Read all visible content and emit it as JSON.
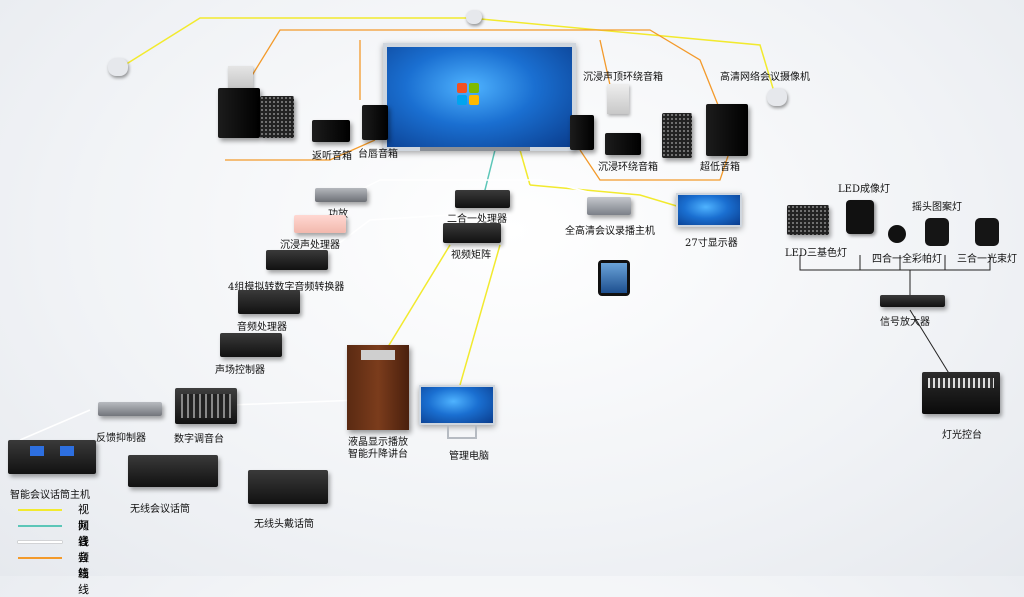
{
  "labels": {
    "return_speaker": "返听音箱",
    "lip_speaker": "台唇音箱",
    "ceiling_surround": "沉浸声顶环绕音箱",
    "hd_camera": "高清网络会议摄像机",
    "surround_speaker": "沉浸环绕音箱",
    "subwoofer": "超低音箱",
    "power_amp": "功放",
    "immersive_processor": "沉浸声处理器",
    "two_in_one": "二合一处理器",
    "video_matrix": "视频矩阵",
    "recorder": "全高清会议录播主机",
    "monitor27": "27寸显示器",
    "led_imaging": "LED成像灯",
    "moving_head": "摇头图案灯",
    "led_three": "LED三基色灯",
    "four_in_one": "四合一全彩帕灯",
    "three_in_one": "三合一光束灯",
    "adc": "4组模拟转数字音频转换器",
    "audio_processor": "音频处理器",
    "sound_controller": "声场控制器",
    "signal_amp": "信号放大器",
    "feedback": "反馈抑制器",
    "mixer": "数字调音台",
    "podium": "液晶显示播放\n智能升降讲台",
    "mgmt_pc": "管理电脑",
    "light_console": "灯光控台",
    "conf_host": "智能会议话筒主机",
    "wireless_mic": "无线会议话筒",
    "wireless_headset": "无线头戴话筒"
  },
  "legend": [
    {
      "label": "视频线",
      "color": "#f2ea2e"
    },
    {
      "label": "网线",
      "color": "#5cc6b8"
    },
    {
      "label": "音频线",
      "color": "#ffffff"
    },
    {
      "label": "音箱线",
      "color": "#f39a2b"
    }
  ],
  "colors": {
    "video": "#f2ea2e",
    "network": "#5cc6b8",
    "audio": "#ffffff",
    "speaker": "#f39a2b",
    "control": "#222222"
  }
}
